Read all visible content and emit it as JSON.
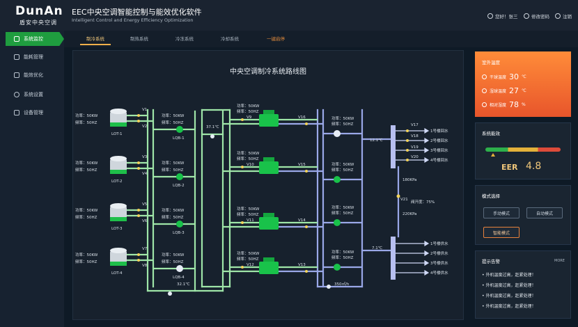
{
  "header": {
    "logo": "DunAn",
    "logo_sub": "盾安中央空调",
    "app_title": "EEC中央空调智能控制与能效优化软件",
    "app_subtitle": "Intelligent Control and Energy Efficiency Optimization",
    "user": "您好！张三",
    "change_password": "修改密码",
    "logout": "注销"
  },
  "sidebar": {
    "items": [
      {
        "label": "系统监控"
      },
      {
        "label": "能耗管理"
      },
      {
        "label": "能效优化"
      },
      {
        "label": "系统设置"
      },
      {
        "label": "设备管理"
      }
    ]
  },
  "tabs": [
    "制冷系统",
    "制热系统",
    "冷冻系统",
    "冷却系统",
    "一键启停"
  ],
  "diagram": {
    "title": "中央空调制冷系统路线图",
    "towers": [
      {
        "id": "LOT-1",
        "power": "功率：50KW",
        "freq": "频率：50HZ",
        "valves": [
          "V1",
          "V2"
        ]
      },
      {
        "id": "LOT-2",
        "power": "功率：50KW",
        "freq": "频率：50HZ",
        "valves": [
          "V3",
          "V4"
        ]
      },
      {
        "id": "LOT-3",
        "power": "功率：50KW",
        "freq": "频率：50HZ",
        "valves": [
          "V5",
          "V6"
        ]
      },
      {
        "id": "LOT-4",
        "power": "功率：50KW",
        "freq": "频率：50HZ",
        "valves": [
          "V7",
          "V8"
        ]
      }
    ],
    "cooling_pumps": [
      {
        "id": "LQB-1",
        "power": "功率：50KW",
        "freq": "频率：50HZ"
      },
      {
        "id": "LQB-2",
        "power": "功率：50KW",
        "freq": "频率：50HZ"
      },
      {
        "id": "LQB-3",
        "power": "功率：50KW",
        "freq": "频率：50HZ"
      },
      {
        "id": "LQB-4",
        "power": "功率：50KW",
        "freq": "频率：50HZ"
      }
    ],
    "chillers": [
      {
        "power": "功率：50KW",
        "freq": "频率：50HZ",
        "valve_in": "V9",
        "valve_out": "V16"
      },
      {
        "power": "功率：50KW",
        "freq": "频率：50HZ",
        "valve_in": "V10",
        "valve_out": "V15"
      },
      {
        "power": "功率：50KW",
        "freq": "频率：50HZ",
        "valve_in": "V11",
        "valve_out": "V14"
      },
      {
        "power": "功率：50KW",
        "freq": "频率：50HZ",
        "valve_in": "V12",
        "valve_out": "V13"
      }
    ],
    "chilled_pumps": [
      {
        "power": "功率：50KW",
        "freq": "频率：50HZ"
      },
      {
        "power": "功率：50KW",
        "freq": "频率：50HZ"
      },
      {
        "power": "功率：50KW",
        "freq": "频率：50HZ"
      },
      {
        "power": "功率：50KW",
        "freq": "频率：50HZ"
      }
    ],
    "temp_cooling_return": "37.1℃",
    "temp_cooling_supply": "32.1℃",
    "temp_chilled_return": "12.1℃",
    "temp_chilled_supply": "7.1℃",
    "flow": "350㎥/h",
    "pressure_high": "180KPa",
    "pressure_low": "220KPa",
    "bypass_valve": "V21",
    "bypass_opening": "阀开度：75%",
    "return_branches": [
      {
        "valve": "V17",
        "label": "1号楼回水"
      },
      {
        "valve": "V18",
        "label": "2号楼回水"
      },
      {
        "valve": "V19",
        "label": "3号楼回水"
      },
      {
        "valve": "V20",
        "label": "4号楼回水"
      }
    ],
    "supply_branches": [
      "1号楼供水",
      "2号楼供水",
      "3号楼供水",
      "4号楼供水"
    ]
  },
  "weather": {
    "title": "室外温度",
    "rows": [
      {
        "label": "干球温度",
        "value": "30",
        "unit": "℃"
      },
      {
        "label": "湿球温度",
        "value": "27",
        "unit": "℃"
      },
      {
        "label": "相对湿度",
        "value": "78",
        "unit": "%"
      }
    ]
  },
  "efficiency": {
    "title": "系统能效",
    "label": "EER",
    "value": "4.8",
    "eer_fraction": 0.1
  },
  "mode": {
    "title": "模式选择",
    "manual": "手动模式",
    "auto": "自动模式",
    "smart": "智能模式"
  },
  "alarms": {
    "title": "提示告警",
    "more": "MORE",
    "items": [
      "外机温度过高，赶紧处理！",
      "外机温度过高，赶紧处理！",
      "外机温度过高，赶紧处理！",
      "外机温度过高，赶紧处理！"
    ]
  },
  "colors": {
    "accent": "#1f9d3f",
    "pipe_green": "#9fe6a8",
    "pipe_blue": "#9aa8e8",
    "equipment": "#19c24a",
    "warning": "#e8823c"
  }
}
